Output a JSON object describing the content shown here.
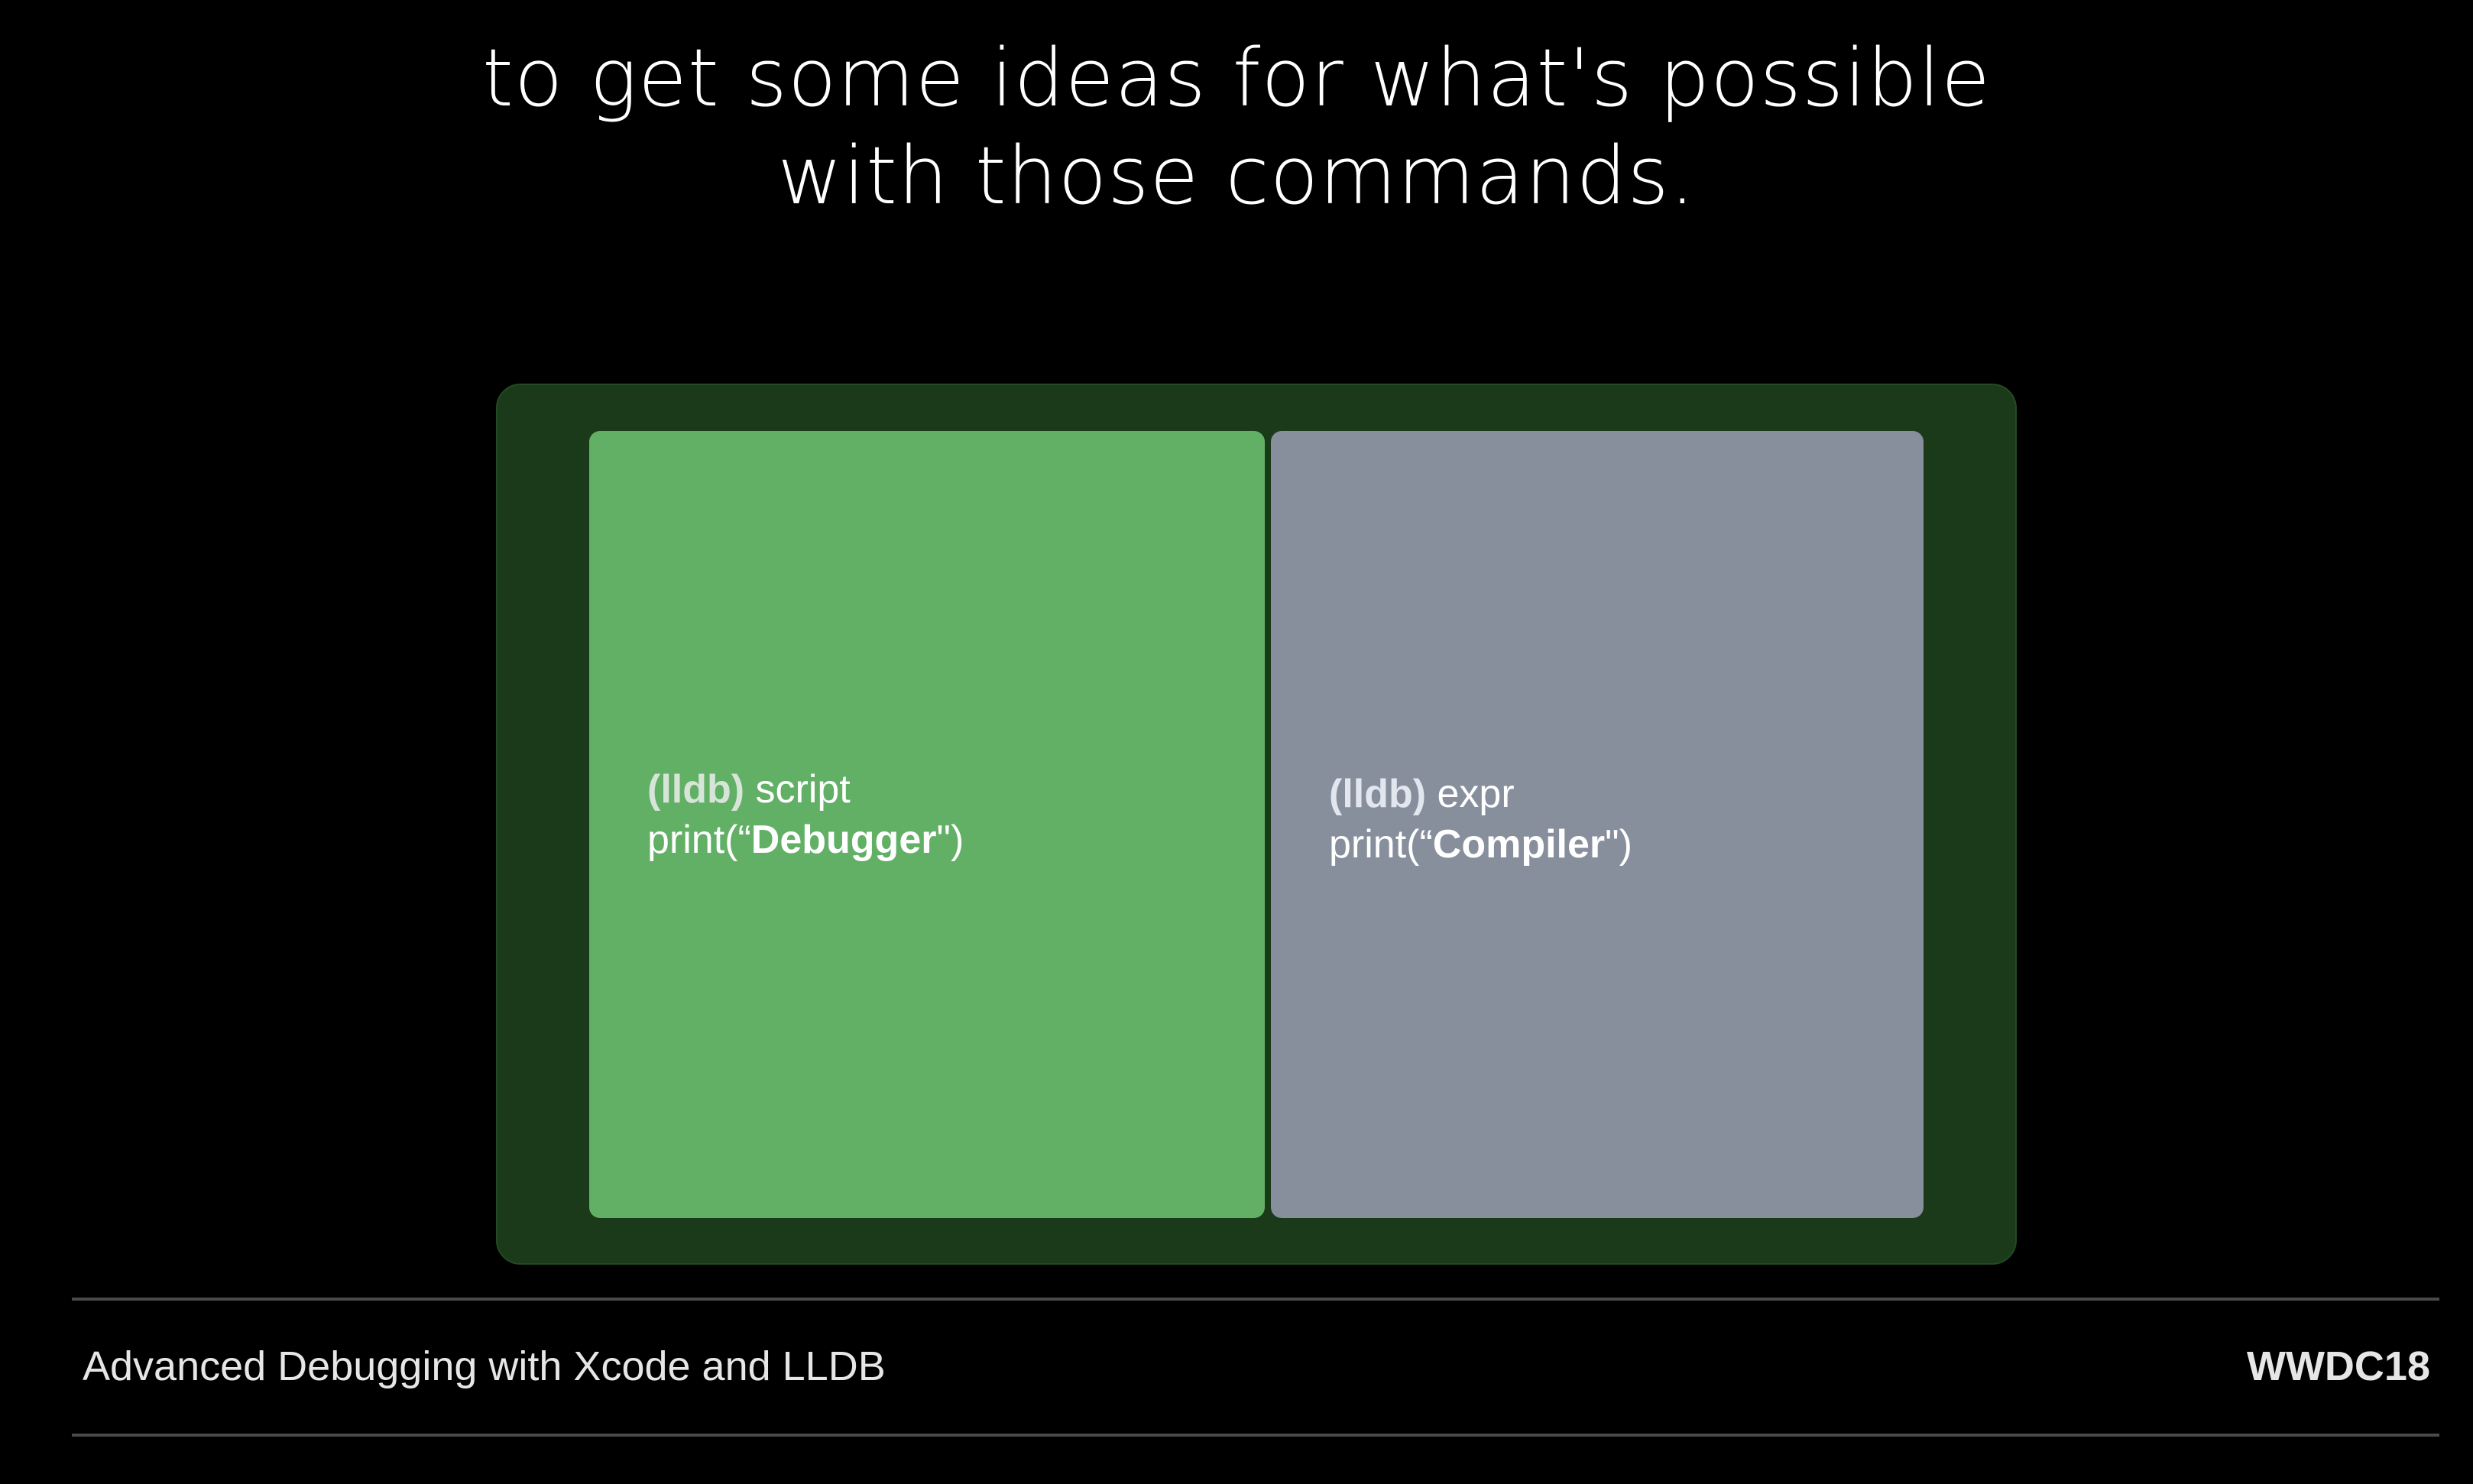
{
  "caption": {
    "line1": "to get some ideas for what's possible",
    "line2": "with those commands."
  },
  "panels": {
    "left": {
      "prompt": "(lldb)",
      "command": " script",
      "call_prefix": "print(“",
      "call_arg": "Debugger",
      "call_suffix": "\")"
    },
    "right": {
      "prompt": "(lldb)",
      "command": " expr",
      "call_prefix": "print(“",
      "call_arg": "Compiler",
      "call_suffix": "\")"
    }
  },
  "footer": {
    "session_title": "Advanced Debugging with Xcode and LLDB",
    "event": "WWDC18"
  },
  "colors": {
    "background": "#000000",
    "stage": "#1b3a1a",
    "debugger_panel": "#62b066",
    "compiler_panel": "#878f9c"
  }
}
